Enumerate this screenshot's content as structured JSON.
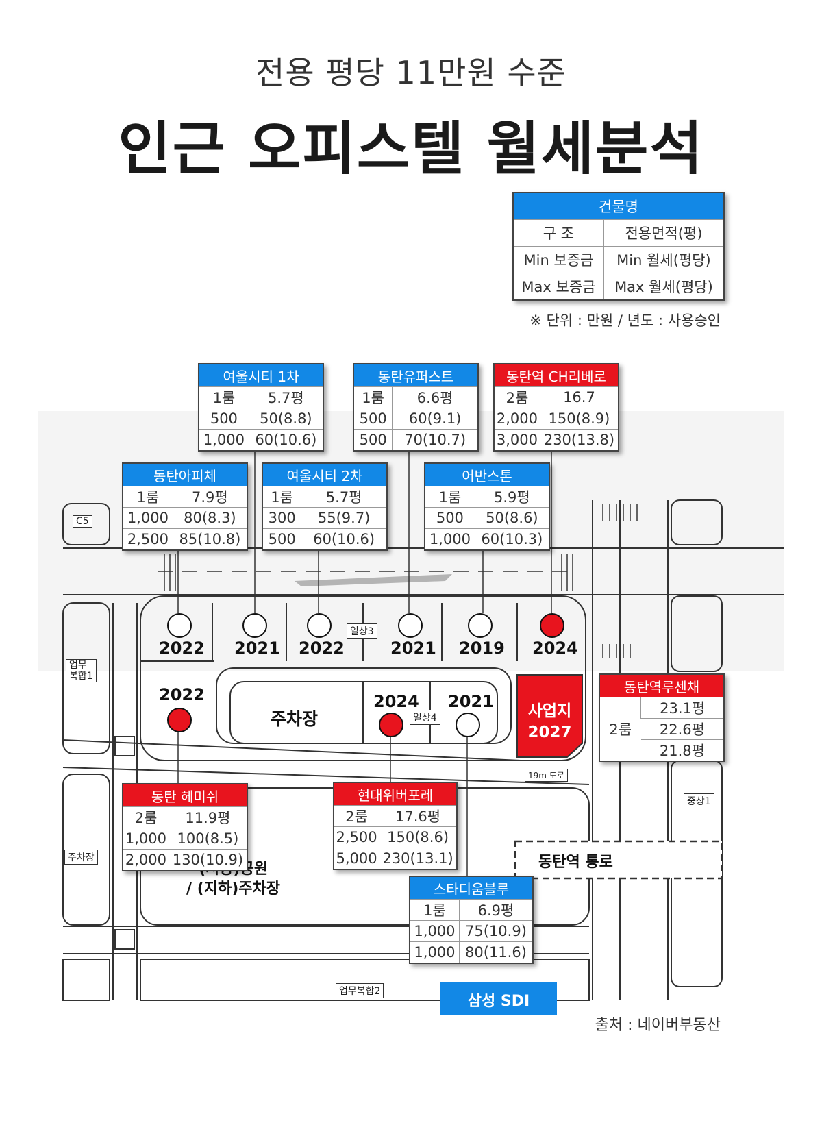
{
  "header": {
    "subtitle": "전용 평당 11만원 수준",
    "title": "인근 오피스텔 월세분석"
  },
  "legend": {
    "name": "건물명",
    "rows": [
      [
        "구 조",
        "전용면적(평)"
      ],
      [
        "Min 보증금",
        "Min 월세(평당)"
      ],
      [
        "Max 보증금",
        "Max 월세(평당)"
      ]
    ],
    "unit_note": "※ 단위 : 만원 / 년도 : 사용승인"
  },
  "buildings": {
    "yeoul1": {
      "name": "여울시티 1차",
      "color": "#1288e6",
      "rows": [
        [
          "1룸",
          "5.7평"
        ],
        [
          "500",
          "50(8.8)"
        ],
        [
          "1,000",
          "60(10.6)"
        ]
      ]
    },
    "dongtan_first": {
      "name": "동탄유퍼스트",
      "color": "#1288e6",
      "rows": [
        [
          "1룸",
          "6.6평"
        ],
        [
          "500",
          "60(9.1)"
        ],
        [
          "500",
          "70(10.7)"
        ]
      ]
    },
    "ch_libero": {
      "name": "동탄역 CH리베로",
      "color": "#e8141e",
      "rows": [
        [
          "2룸",
          "16.7"
        ],
        [
          "2,000",
          "150(8.9)"
        ],
        [
          "3,000",
          "230(13.8)"
        ]
      ]
    },
    "apiche": {
      "name": "동탄아피체",
      "color": "#1288e6",
      "rows": [
        [
          "1룸",
          "7.9평"
        ],
        [
          "1,000",
          "80(8.3)"
        ],
        [
          "2,500",
          "85(10.8)"
        ]
      ]
    },
    "yeoul2": {
      "name": "여울시티 2차",
      "color": "#1288e6",
      "rows": [
        [
          "1룸",
          "5.7평"
        ],
        [
          "300",
          "55(9.7)"
        ],
        [
          "500",
          "60(10.6)"
        ]
      ]
    },
    "urban_stone": {
      "name": "어반스톤",
      "color": "#1288e6",
      "rows": [
        [
          "1룸",
          "5.9평"
        ],
        [
          "500",
          "50(8.6)"
        ],
        [
          "1,000",
          "60(10.3)"
        ]
      ]
    },
    "hemisui": {
      "name": "동탄 헤미쉬",
      "color": "#e8141e",
      "rows": [
        [
          "2룸",
          "11.9평"
        ],
        [
          "1,000",
          "100(8.5)"
        ],
        [
          "2,000",
          "130(10.9)"
        ]
      ]
    },
    "hyundai": {
      "name": "현대위버포레",
      "color": "#e8141e",
      "rows": [
        [
          "2룸",
          "17.6평"
        ],
        [
          "2,500",
          "150(8.6)"
        ],
        [
          "5,000",
          "230(13.1)"
        ]
      ]
    },
    "stadium": {
      "name": "스타디움블루",
      "color": "#1288e6",
      "rows": [
        [
          "1룸",
          "6.9평"
        ],
        [
          "1,000",
          "75(10.9)"
        ],
        [
          "1,000",
          "80(11.6)"
        ]
      ]
    },
    "roussenche": {
      "name": "동탄역루센채",
      "color": "#e8141e",
      "room": "2룸",
      "sizes": [
        "23.1평",
        "22.6평",
        "21.8평"
      ]
    }
  },
  "years": {
    "y1": "2022",
    "y2": "2021",
    "y3": "2022",
    "y4": "2021",
    "y5": "2019",
    "y6": "2024",
    "y7": "2022",
    "y8": "2024",
    "y9": "2021"
  },
  "map_labels": {
    "c5": "C5",
    "biz1": "업무\n복합1",
    "residential3": "일상3",
    "residential4": "일상4",
    "parking_lot": "주차장",
    "parking_left": "주차장",
    "road19": "19m 도로",
    "jungsang1": "중상1",
    "park_line1": "(지상)공원",
    "park_line2": "/ (지하)주차장",
    "station_passage": "동탄역 통로",
    "biz2": "업무복합2",
    "samsung": "삼성 SDI",
    "site_line1": "사업지",
    "site_line2": "2027"
  },
  "source": "출처 : 네이버부동산",
  "colors": {
    "blue": "#1288e6",
    "red": "#e8141e"
  }
}
